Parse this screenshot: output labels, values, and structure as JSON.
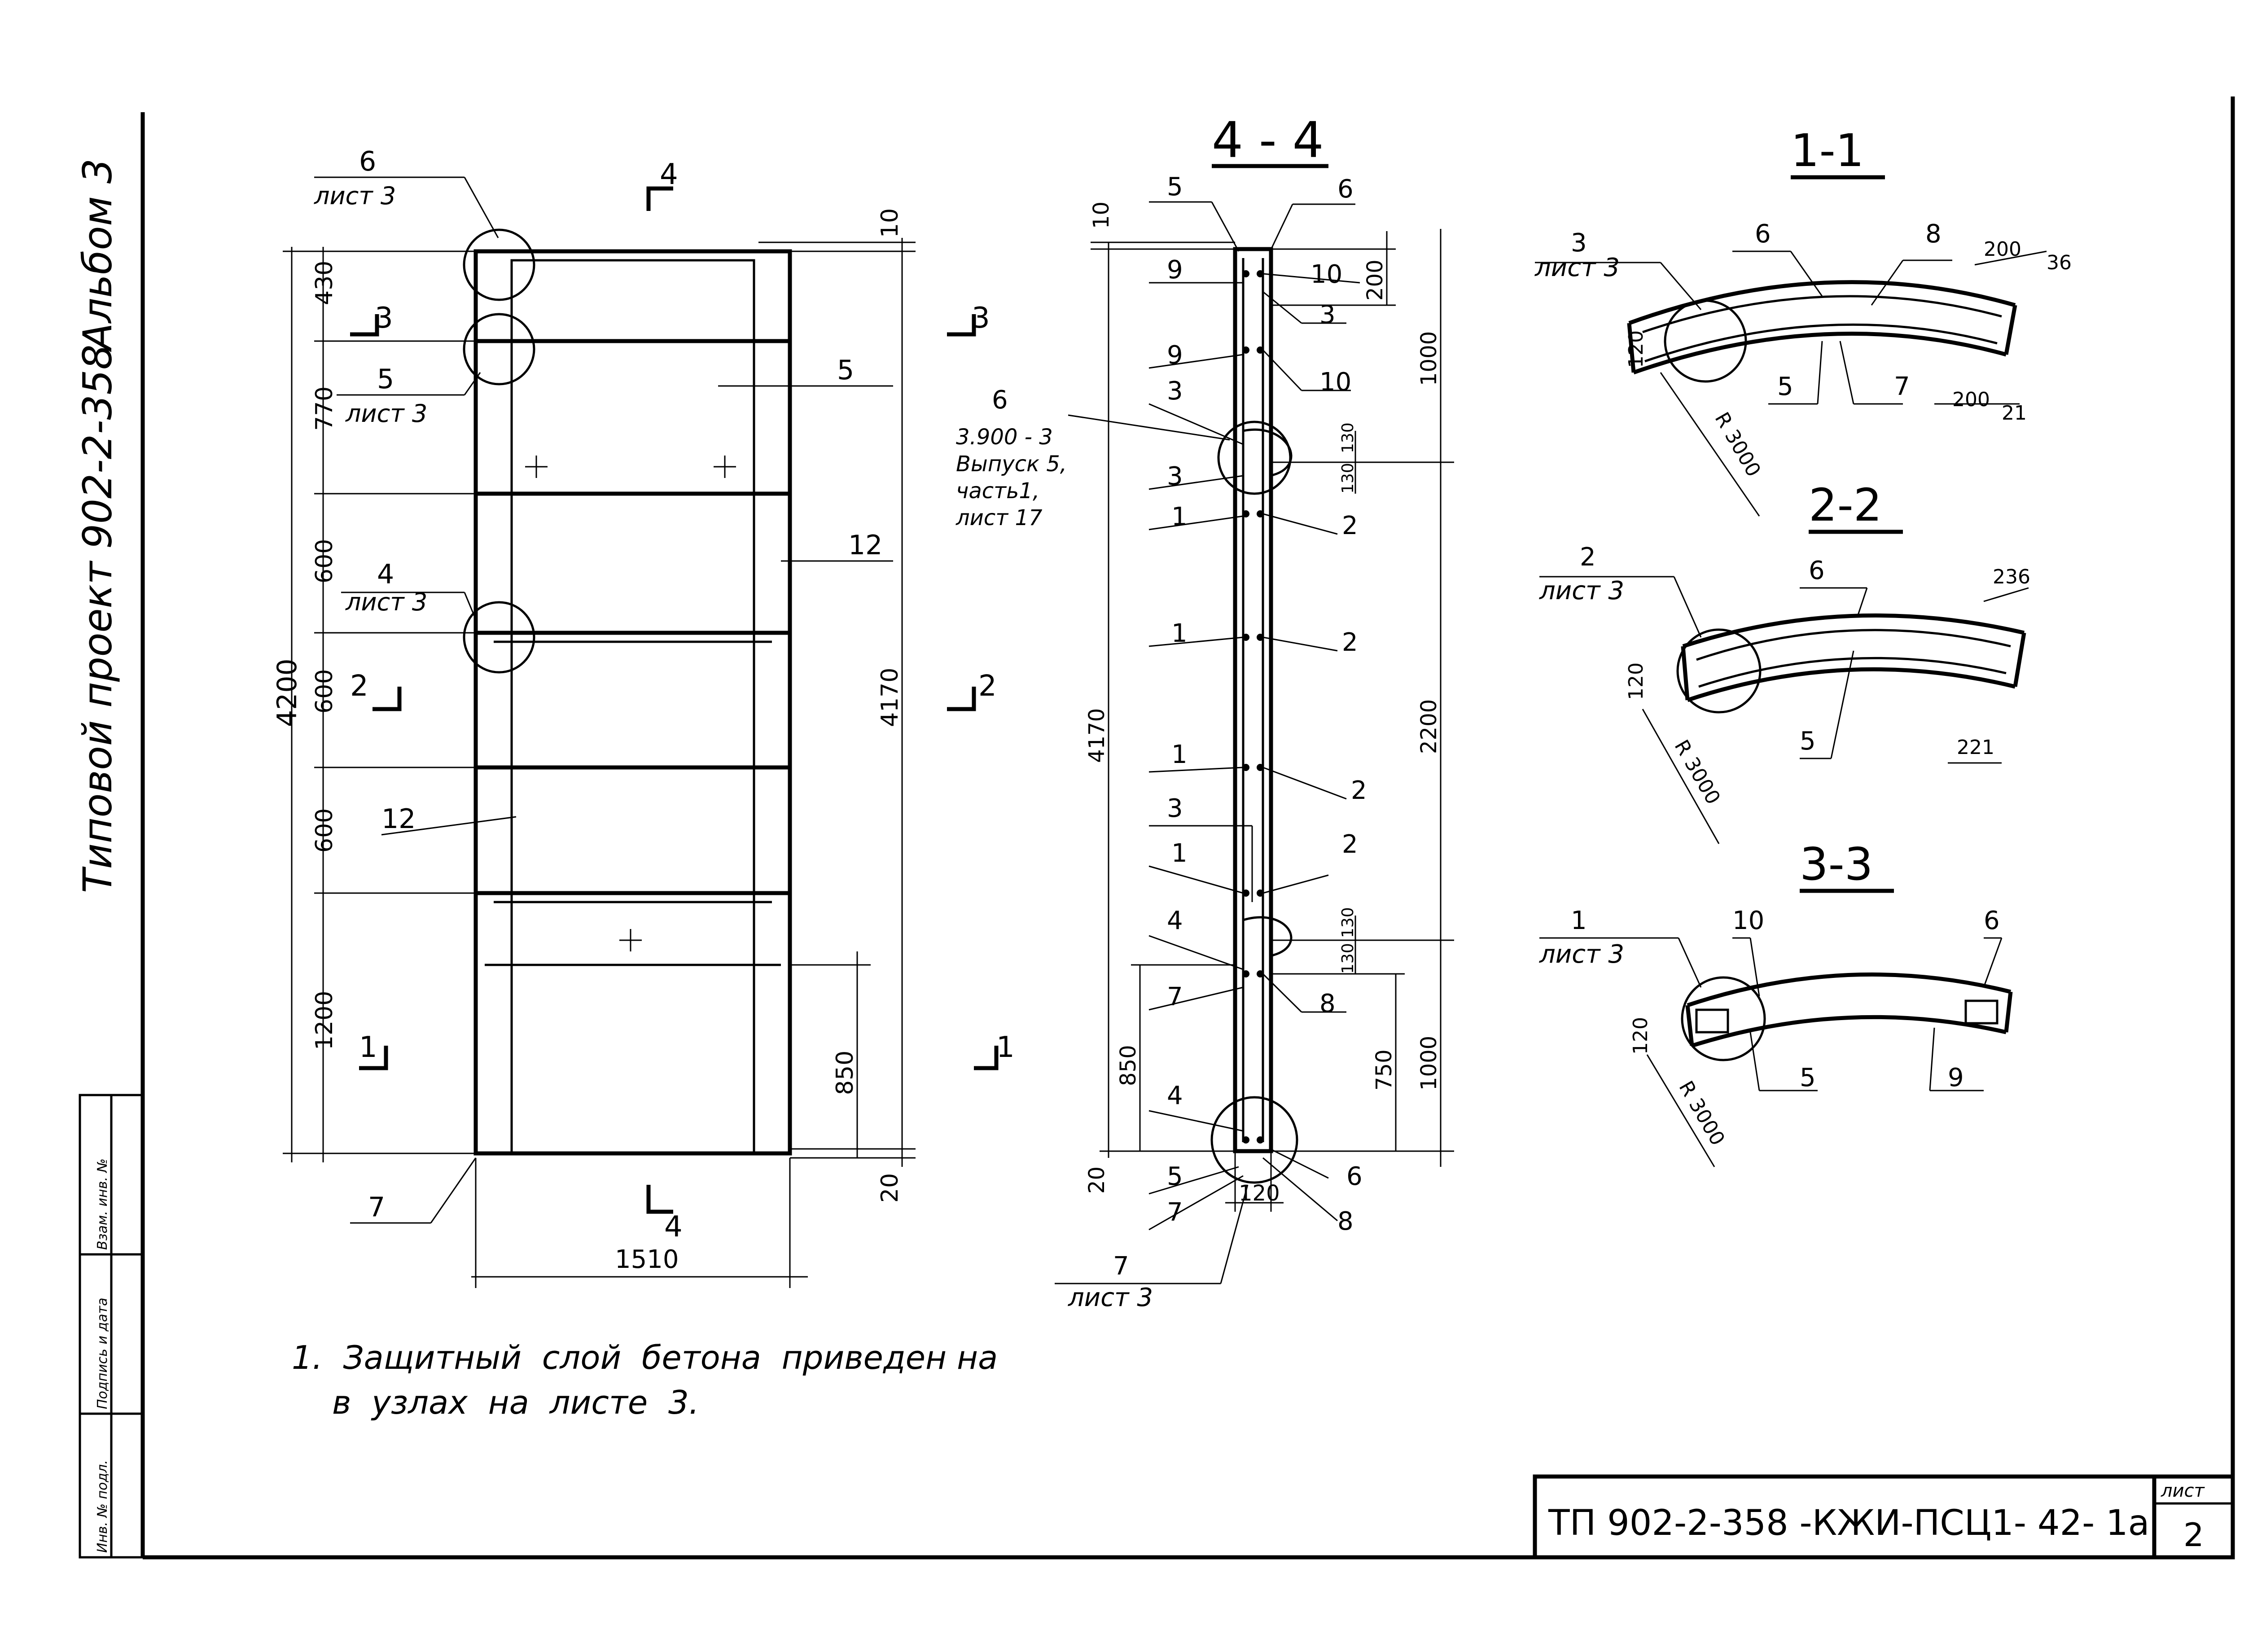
{
  "side_title": {
    "project": "Типовой проект 902-2-358",
    "album": "Альбом 3"
  },
  "stamp_cells": [
    "Инв. № подл.",
    "Подпись и дата",
    "Взам. инв. №"
  ],
  "elevation": {
    "callouts": [
      {
        "num": "6",
        "ref": "лист 3"
      },
      {
        "num": "5",
        "ref": "лист 3"
      },
      {
        "num": "4",
        "ref": "лист 3"
      }
    ],
    "section_marks": [
      "4",
      "3",
      "3",
      "2",
      "2",
      "1",
      "1",
      "4"
    ],
    "positions": [
      "5",
      "12",
      "12",
      "7"
    ],
    "dims_left": [
      "430",
      "770",
      "600",
      "600",
      "600",
      "1200"
    ],
    "dims_total_left": "4200",
    "dims_right": [
      "10",
      "4170",
      "850",
      "20"
    ],
    "dim_bottom": "1510"
  },
  "section_4_4": {
    "title": "4 - 4",
    "ref_block": [
      "3.900 - 3",
      "Выпуск 5,",
      "часть1,",
      "лист 17"
    ],
    "labels_left": [
      "5",
      "9",
      "9",
      "6",
      "3",
      "3",
      "1",
      "1",
      "1",
      "3",
      "1",
      "4",
      "7",
      "4",
      "5",
      "7",
      "7"
    ],
    "labels_right": [
      "6",
      "10",
      "3",
      "10",
      "2",
      "2",
      "2",
      "2",
      "8",
      "6",
      "8"
    ],
    "bottom_ref": "лист 3",
    "dims_top": [
      "10",
      "200"
    ],
    "dims_right": [
      "1000",
      "130",
      "130",
      "2200",
      "130",
      "130",
      "1000",
      "750"
    ],
    "dims_left": [
      "4170",
      "850",
      "20"
    ],
    "dim_bottom": "120"
  },
  "section_1_1": {
    "title": "1-1",
    "callout": {
      "num": "3",
      "ref": "лист 3"
    },
    "labels": [
      "6",
      "8",
      "5",
      "7"
    ],
    "dims": [
      "200",
      "36",
      "200",
      "21",
      "120"
    ],
    "radius": "R 3000"
  },
  "section_2_2": {
    "title": "2-2",
    "callout": {
      "num": "2",
      "ref": "лист 3"
    },
    "labels": [
      "6",
      "5"
    ],
    "dims": [
      "236",
      "221",
      "120"
    ],
    "radius": "R 3000"
  },
  "section_3_3": {
    "title": "3-3",
    "callout": {
      "num": "1",
      "ref": "лист 3"
    },
    "labels": [
      "10",
      "6",
      "5",
      "9"
    ],
    "dims": [
      "120"
    ],
    "radius": "R 3000"
  },
  "notes": [
    "1.  Защитный  слой  бетона  приведен на",
    "в  узлах  на  листе  3."
  ],
  "title_block": {
    "code": "ТП 902-2-358 -КЖИ-ПСЦ1- 42- 1а",
    "sheet_label": "лист",
    "sheet_num": "2"
  }
}
